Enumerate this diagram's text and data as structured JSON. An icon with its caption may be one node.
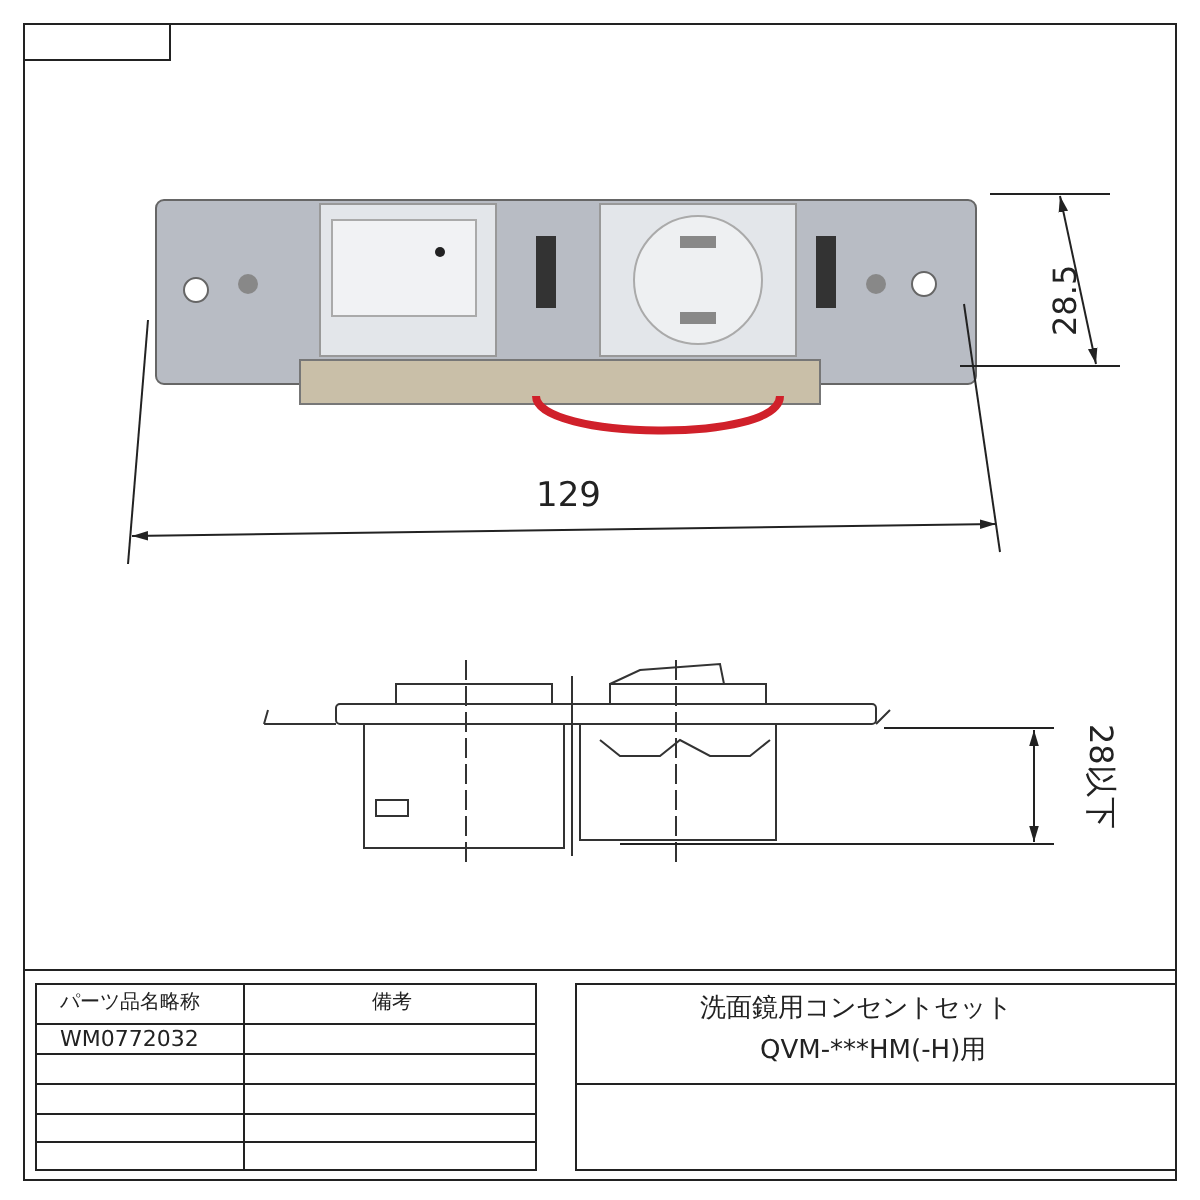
{
  "diagram": {
    "labels": [
      "28.5",
      "129",
      "28以下",
      "パーツ品名略称",
      "備考",
      "WM0772032",
      "洗面鏡用コンセントセット",
      "QVM-***HM(-H)用"
    ]
  }
}
